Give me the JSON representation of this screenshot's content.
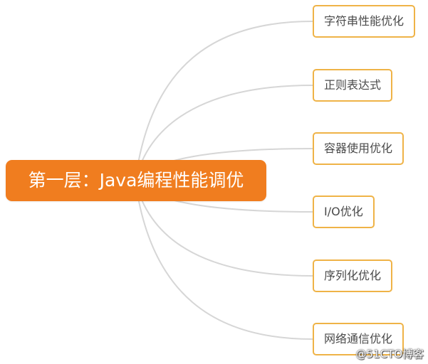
{
  "root": {
    "label": "第一层：Java编程性能调优"
  },
  "children": [
    {
      "label": "字符串性能优化"
    },
    {
      "label": "正则表达式"
    },
    {
      "label": "容器使用优化"
    },
    {
      "label": "I/O优化"
    },
    {
      "label": "序列化优化"
    },
    {
      "label": "网络通信优化"
    }
  ],
  "watermark": "@51CTO博客",
  "colors": {
    "root_fill": "#f07d1f",
    "child_border": "#efb347",
    "connector": "#d6d6d6"
  }
}
